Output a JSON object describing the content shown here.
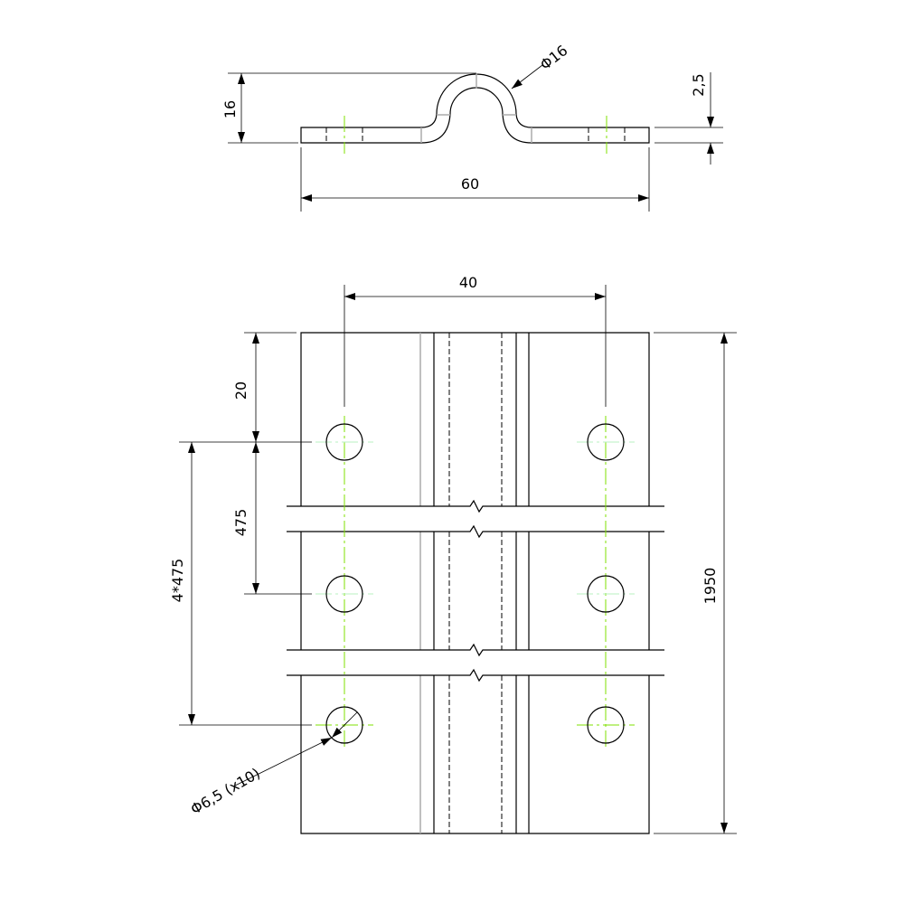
{
  "side_view": {
    "height_dim": "16",
    "bend_diameter": "Φ16",
    "thickness_dim": "2,5",
    "length_dim": "60"
  },
  "top_view": {
    "hole_spacing_dim": "40",
    "edge_to_hole_dim": "20",
    "pitch_dim": "475",
    "total_pitch_dim": "4*475",
    "total_length_dim": "1950",
    "hole_callout": "Φ6,5 (x10)"
  },
  "colors": {
    "line": "#000000",
    "centerline": "#7fe000",
    "tangent": "#aaaaaa"
  }
}
